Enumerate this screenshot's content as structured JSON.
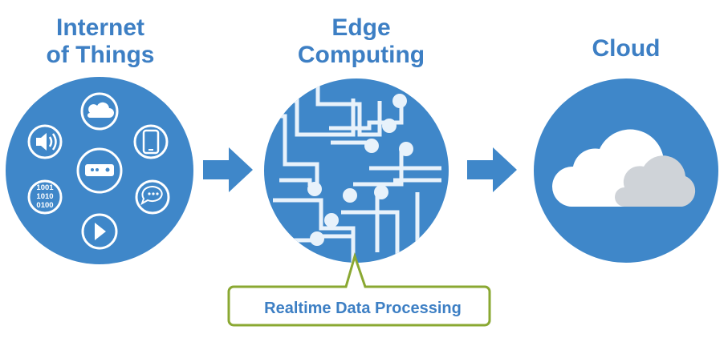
{
  "titles": {
    "iot_line1": "Internet",
    "iot_line2": "of Things",
    "edge_line1": "Edge",
    "edge_line2": "Computing",
    "cloud": "Cloud"
  },
  "callout": "Realtime Data Processing",
  "binary_icon_text": [
    "1001",
    "1010",
    "0100"
  ],
  "colors": {
    "circle": "#3f87c9",
    "title": "#3d7fc4",
    "arrow": "#3f87c9",
    "callout_border": "#8aa832",
    "edge_lines": "#e8f2fb",
    "cloud_white": "#ffffff",
    "cloud_gray": "#cfd3d8"
  },
  "icons": [
    "speaker-icon",
    "cloud-icon",
    "smartphone-icon",
    "router-icon",
    "chat-bubble-icon",
    "play-icon",
    "binary-data-icon"
  ]
}
